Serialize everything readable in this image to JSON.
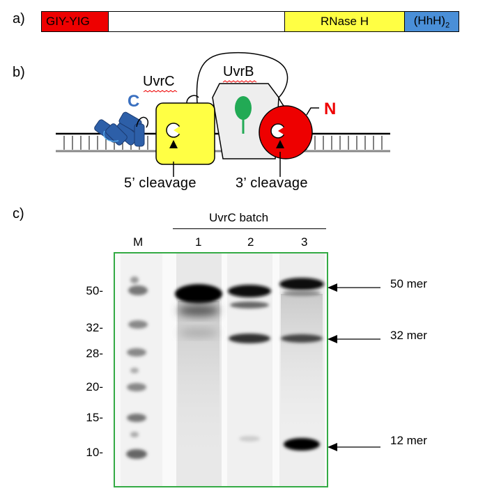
{
  "panels": {
    "a": "a)",
    "b": "b)",
    "c": "c)"
  },
  "domains": {
    "giy_yig": "GIY-YIG",
    "middle": "",
    "rnase_h": "RNase H",
    "hhh2_base": "(HhH)",
    "hhh2_sub": "2"
  },
  "model": {
    "uvrc_label": "UvrC",
    "uvrb_label": "UvrB",
    "c_terminus": "C",
    "n_terminus": "N",
    "cleave_5": "5’ cleavage",
    "cleave_3": "3’ cleavage",
    "colors": {
      "uvrc_yellow": "#ffff44",
      "nterm_red": "#ee0000",
      "cterm_blue": "#2d5fa8",
      "uvrb_green": "#22aa55"
    }
  },
  "gel": {
    "batch_title": "UvrC batch",
    "lanes": [
      "M",
      "1",
      "2",
      "3"
    ],
    "size_markers": [
      "50-",
      "32-",
      "28-",
      "20-",
      "15-",
      "10-"
    ],
    "band_labels": [
      "50 mer",
      "32 mer",
      "12 mer"
    ],
    "border_color": "#33aa44"
  }
}
